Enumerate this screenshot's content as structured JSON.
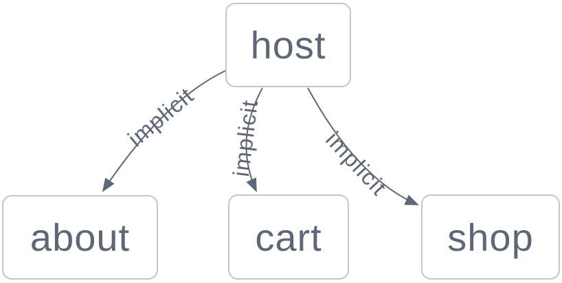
{
  "diagram": {
    "type": "node-graph",
    "background": "#ffffff",
    "colors": {
      "node_border": "#c5c5c7",
      "node_fill": "#ffffff",
      "node_text": "#5d6777",
      "edge": "#5d6777",
      "edge_label": "#5d6777"
    },
    "nodes": [
      {
        "id": "host",
        "label": "host"
      },
      {
        "id": "about",
        "label": "about"
      },
      {
        "id": "cart",
        "label": "cart"
      },
      {
        "id": "shop",
        "label": "shop"
      }
    ],
    "edges": [
      {
        "from": "host",
        "to": "about",
        "label": "implicit"
      },
      {
        "from": "host",
        "to": "cart",
        "label": "implicit"
      },
      {
        "from": "host",
        "to": "shop",
        "label": "implicit"
      }
    ]
  }
}
